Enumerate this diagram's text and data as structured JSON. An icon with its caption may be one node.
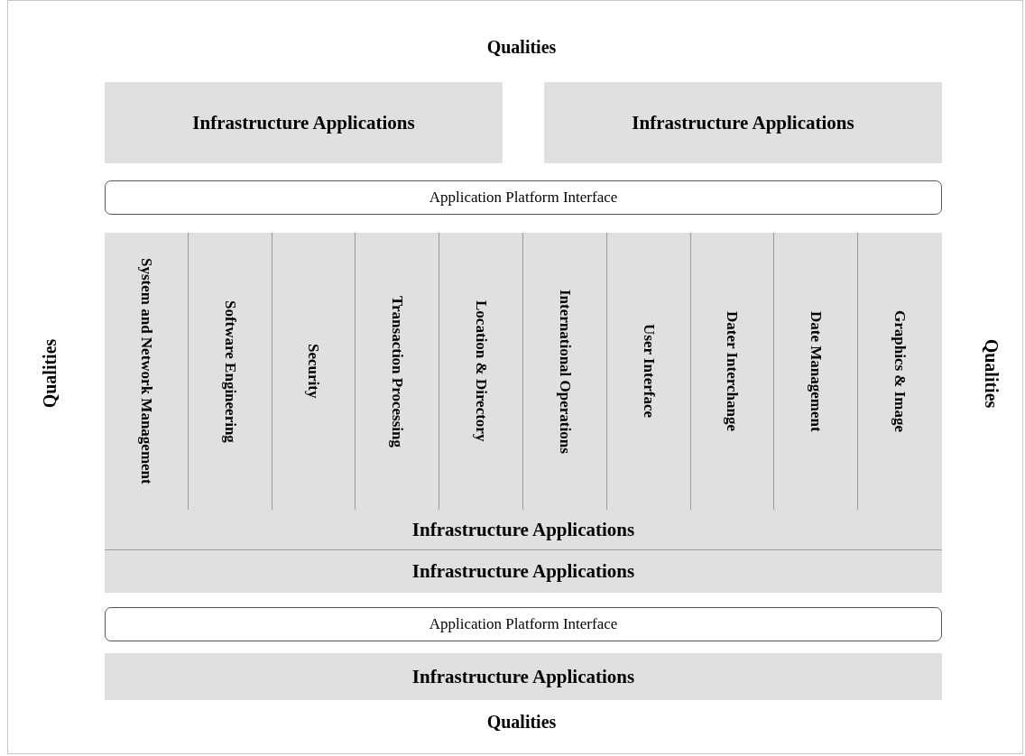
{
  "diagram": {
    "nodes": [
      {
        "text": [
          "Infrastructure Applications"
        ]
      },
      {
        "text": [
          "Infrastructure Applications"
        ]
      },
      {
        "text": [
          "Application Platform Interface"
        ]
      },
      {
        "text": [
          "System and Network Management"
        ]
      },
      {
        "text": [
          "Software Engineering"
        ]
      },
      {
        "text": [
          "Security"
        ]
      },
      {
        "text": [
          "Transaction Processing"
        ]
      },
      {
        "text": [
          "Location & Directory"
        ]
      },
      {
        "text": [
          "International Operations"
        ]
      },
      {
        "text": [
          "User Interface"
        ]
      },
      {
        "text": [
          "Dater Interchange"
        ]
      },
      {
        "text": [
          "Date Management"
        ]
      },
      {
        "text": [
          "Graphics & Image"
        ]
      },
      {
        "text": [
          "Infrastructure Applications"
        ]
      },
      {
        "text": [
          "Infrastructure Applications"
        ]
      },
      {
        "text": [
          "Application Platform Interface"
        ]
      },
      {
        "text": [
          "Infrastructure Applications"
        ]
      }
    ],
    "edges": [],
    "labels": [
      "Qualities",
      "Qualities",
      "Qualities",
      "Qualities"
    ]
  }
}
